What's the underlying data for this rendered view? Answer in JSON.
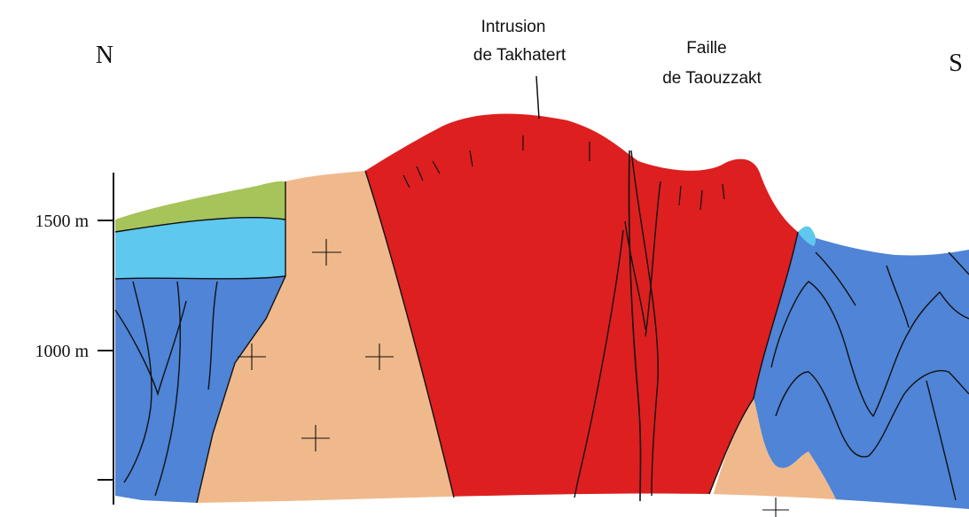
{
  "orientation": {
    "north": "N",
    "south": "S"
  },
  "elevation_axis": {
    "ticks": [
      {
        "label": "1500 m",
        "elevation_m": 1500
      },
      {
        "label": "1000 m",
        "elevation_m": 1000
      }
    ]
  },
  "annotations": {
    "intrusion": {
      "line1": "Intrusion",
      "line2": "de Takhatert"
    },
    "fault": {
      "line1": "Faille",
      "line2": "de Taouzzakt"
    }
  },
  "colors": {
    "granite_intrusion": "#dd1f1f",
    "granitoid_tan": "#f0b98c",
    "schist_blue": "#4f84d6",
    "light_blue_layer": "#5ec8ee",
    "green_layer": "#a6c45a",
    "lines": "#111111"
  }
}
